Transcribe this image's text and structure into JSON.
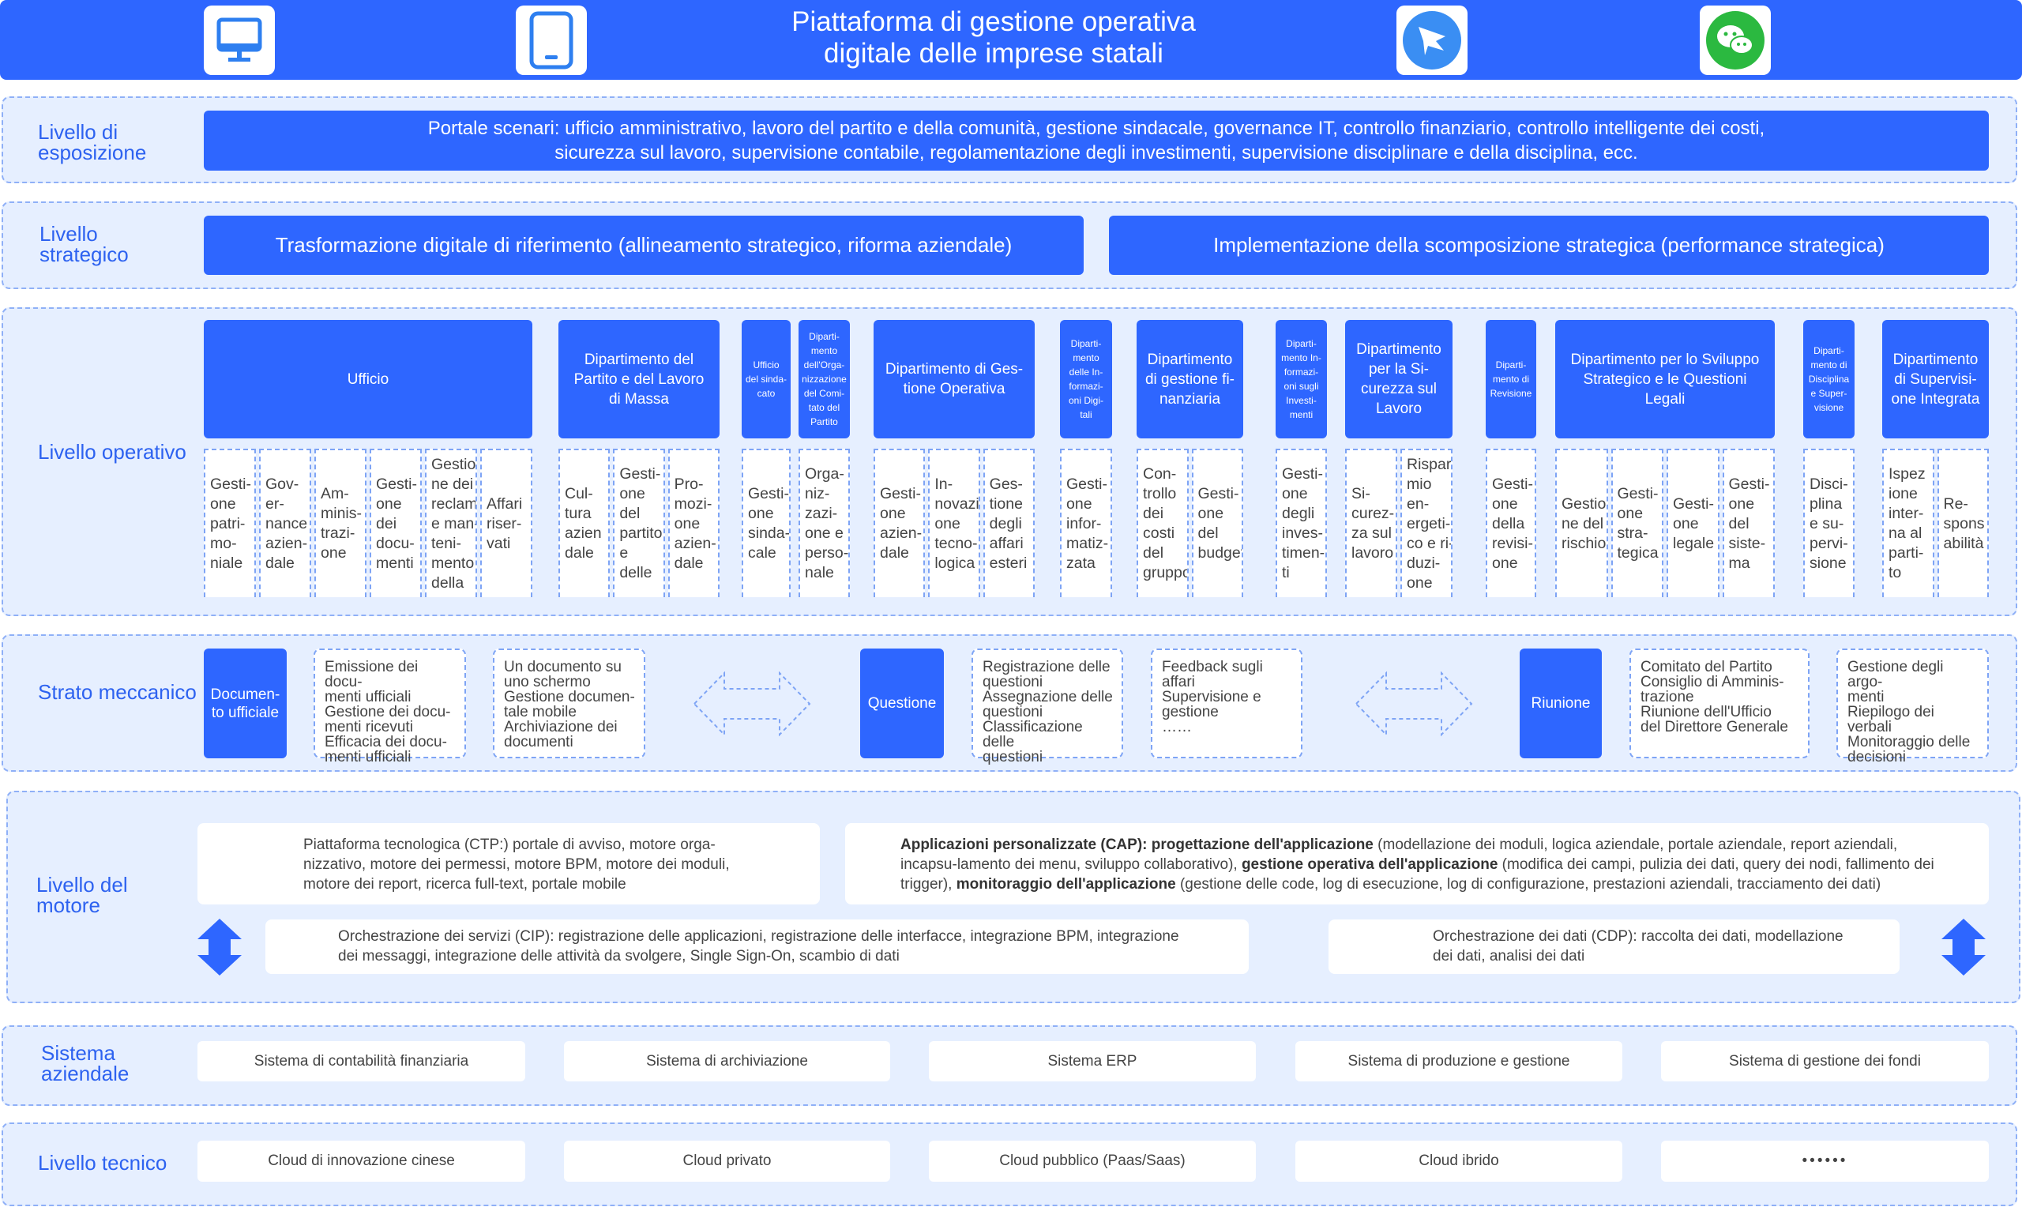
{
  "header": {
    "title_line1": "Piattaforma di gestione operativa",
    "title_line2": "digitale delle imprese statali",
    "icons": [
      "monitor-icon",
      "tablet-icon",
      "feishu-icon",
      "wechat-icon"
    ]
  },
  "esposizione": {
    "label": "Livello di\nesposizione",
    "text_line1": "Portale scenari: ufficio amministrativo, lavoro del partito e della comunità, gestione sindacale, governance IT, controllo finanziario, controllo intelligente dei costi,",
    "text_line2": "sicurezza sul lavoro, supervisione contabile, regolamentazione degli investimenti, supervisione disciplinare e della disciplina, ecc."
  },
  "strategico": {
    "label": "Livello\nstrategico",
    "left": "Trasformazione digitale di riferimento (allineamento strategico, riforma aziendale)",
    "right": "Implementazione della scomposizione strategica (performance strategica)"
  },
  "operativo": {
    "label": "Livello operativo",
    "departments": [
      {
        "name": "Ufficio",
        "small": false,
        "subs": [
          "Gesti-\none\npatri-\nmo-\nniale",
          "Gov-\ner-\nnance\nazien-\ndale",
          "Am-\nminis-\ntrazi-\none",
          "Gesti-\none\ndei\ndocu-\nmenti",
          "Gestio-\nne dei\nreclami\ne man-\nteni-\nmento\ndella",
          "Affari\nriser-\nvati"
        ]
      },
      {
        "name": "Dipartimento del\nPartito e del Lavoro\ndi Massa",
        "small": false,
        "subs": [
          "Cul-\ntura\nazien\ndale",
          "Gesti-\none\ndel\npartito\ne\ndelle",
          "Pro-\nmozi-\none\nazien-\ndale"
        ]
      },
      {
        "name": "Ufficio\ndel sinda-\ncato",
        "small": true,
        "subs": [
          "Gesti-\none\nsinda-\ncale"
        ]
      },
      {
        "name": "Diparti-\nmento\ndell'Orga-\nnizzazione\ndel Comi-\ntato del\nPartito",
        "small": true,
        "subs": [
          "Orga-\nniz-\nzazi-\none e\nperso-\nnale"
        ]
      },
      {
        "name": "Dipartimento di Ges-\ntione Operativa",
        "small": false,
        "subs": [
          "Gesti-\none\nazien-\ndale",
          "In-\nnovazi\none\ntecno-\nlogica",
          "Ges-\ntione\ndegli\naffari\nesteri"
        ]
      },
      {
        "name": "Diparti-\nmento\ndelle In-\nformazi-\noni Digi-\ntali",
        "small": true,
        "subs": [
          "Gesti-\none\ninfor-\nmatiz-\nzata"
        ]
      },
      {
        "name": "Dipartimento\ndi gestione fi-\nnanziaria",
        "small": false,
        "subs": [
          "Con-\ntrollo\ndei\ncosti\ndel\ngruppo",
          "Gesti-\none\ndel\nbudget"
        ]
      },
      {
        "name": "Diparti-\nmento In-\nformazi-\noni sugli\nInvesti-\nmenti",
        "small": true,
        "subs": [
          "Gesti-\none\ndegli\ninves-\ntimen-\nti"
        ]
      },
      {
        "name": "Dipartimento\nper la Si-\ncurezza sul\nLavoro",
        "small": false,
        "subs": [
          "Si-\ncurez-\nza sul\nlavoro",
          "Rispar-\nmio en-\nergeti-\nco e ri-\nduzi-\none"
        ]
      },
      {
        "name": "Diparti-\nmento di\nRevisione",
        "small": true,
        "subs": [
          "Gesti-\none\ndella\nrevisi-\none"
        ]
      },
      {
        "name": "Dipartimento per lo Sviluppo\nStrategico e le Questioni\nLegali",
        "small": false,
        "subs": [
          "Gestio-\nne del\nrischio",
          "Gesti-\none\nstra-\ntegica",
          "Gesti-\none\nlegale",
          "Gesti-\none\ndel\nsiste-\nma"
        ]
      },
      {
        "name": "Diparti-\nmento di\nDisciplina\ne Super-\nvisione",
        "small": true,
        "subs": [
          "Disci-\nplina\ne su-\npervi-\nsione"
        ]
      },
      {
        "name": "Dipartimento\ndi Supervisi-\none Integrata",
        "small": false,
        "subs": [
          "Ispez\nione\ninter-\nna al\nparti-\nto",
          "Re-\nspons\nabilità"
        ]
      }
    ]
  },
  "meccanico": {
    "label": "Strato meccanico",
    "documento": {
      "title": "Documen-\nto ufficiale",
      "box1": "Emissione dei docu-\nmenti ufficiali\nGestione dei docu-\nmenti ricevuti\nEfficacia dei docu-\nmenti ufficiali",
      "box2": "Un documento su\nuno schermo\nGestione documen-\ntale mobile\nArchiviazione dei\ndocumenti"
    },
    "questione": {
      "title": "Questione",
      "box1": "Registrazione delle\nquestioni\nAssegnazione delle\nquestioni\nClassificazione delle\nquestioni",
      "box2": "Feedback sugli\naffari\nSupervisione e\ngestione\n……"
    },
    "riunione": {
      "title": "Riunione",
      "box1": "Comitato del Partito\nConsiglio di Amminis-\ntrazione\nRiunione dell'Ufficio\ndel Direttore Generale",
      "box2": "Gestione degli argo-\nmenti\nRiepilogo dei verbali\nMonitoraggio delle\ndecisioni"
    }
  },
  "motore": {
    "label": "Livello del\nmotore",
    "ctp": "Piattaforma tecnologica (CTP:) portale di avviso, motore orga-\nnizzativo, motore dei permessi, motore BPM, motore dei moduli,\nmotore dei report, ricerca full-text, portale mobile",
    "cap": [
      {
        "t": "Applicazioni personalizzate (CAP):  ",
        "b": true
      },
      {
        "t": "progettazione dell'applicazione",
        "b": true
      },
      {
        "t": " (modellazione dei moduli, logica aziendale, portale aziendale, report aziendali, incapsu-lamento dei menu, sviluppo collaborativo), ",
        "b": false
      },
      {
        "t": "gestione operativa dell'applicazione",
        "b": true
      },
      {
        "t": " (modifica dei campi, pulizia dei dati, query dei nodi, fallimento dei trigger), ",
        "b": false
      },
      {
        "t": "monitoraggio dell'applicazione",
        "b": true
      },
      {
        "t": " (gestione delle code, log di esecuzione, log di configurazione, prestazioni aziendali, tracciamento dei dati)",
        "b": false
      }
    ],
    "cip": "Orchestrazione dei servizi (CIP): registrazione delle applicazioni, registrazione delle interfacce, integrazione BPM, integrazione\ndei messaggi, integrazione delle attività da svolgere, Single Sign-On, scambio di dati",
    "cdp": "Orchestrazione dei dati (CDP): raccolta dei dati, modellazione\ndei dati, analisi dei dati"
  },
  "sistema": {
    "label": "Sistema\naziendale",
    "items": [
      "Sistema di contabilità finanziaria",
      "Sistema di archiviazione",
      "Sistema ERP",
      "Sistema di produzione e gestione",
      "Sistema di gestione dei fondi"
    ]
  },
  "tecnico": {
    "label": "Livello tecnico",
    "items": [
      "Cloud di innovazione cinese",
      "Cloud privato",
      "Cloud pubblico (Paas/Saas)",
      "Cloud ibrido",
      "••••••"
    ]
  },
  "colors": {
    "primary": "#2e66ff",
    "band": "#e6efff",
    "label": "#2d62f0",
    "wechat": "#2bb940",
    "feishu": "#3a8ef3"
  }
}
